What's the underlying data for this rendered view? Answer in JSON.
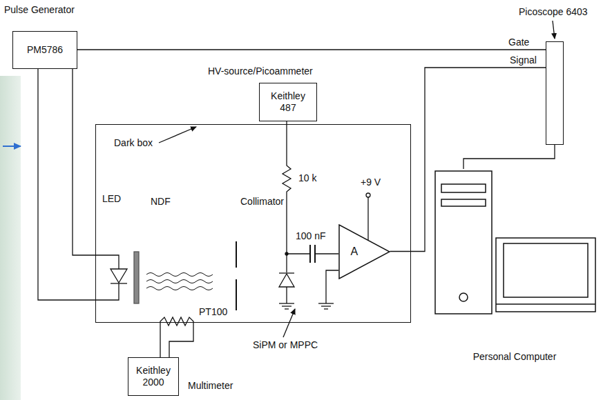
{
  "diagram": {
    "nodes": [
      {
        "text": [
          "Pulse Generator",
          "PM5786"
        ]
      },
      {
        "text": [
          "HV-source/Picoammeter",
          "Keithley 487"
        ]
      },
      {
        "text": [
          "Dark box"
        ]
      },
      {
        "text": [
          "A"
        ],
        "in": 2
      },
      {
        "text": [
          "Picoscope 6403"
        ]
      },
      {
        "text": [
          "Keithley 2000",
          "Multimeter"
        ]
      },
      {
        "text": [
          "Personal Computer"
        ]
      }
    ],
    "edges": [
      {
        "from": 0,
        "to": 4,
        "arrow": "none",
        "label": "Gate"
      },
      {
        "from": 3,
        "to": 4,
        "arrow": "none",
        "label": "Signal"
      },
      {
        "from": 4,
        "to": 6,
        "arrow": "none"
      }
    ],
    "labels": [
      "LED",
      "NDF",
      "Collimator",
      "10 k",
      "+9 V",
      "100 nF",
      "PT100",
      "SiPM or MPPC"
    ]
  }
}
